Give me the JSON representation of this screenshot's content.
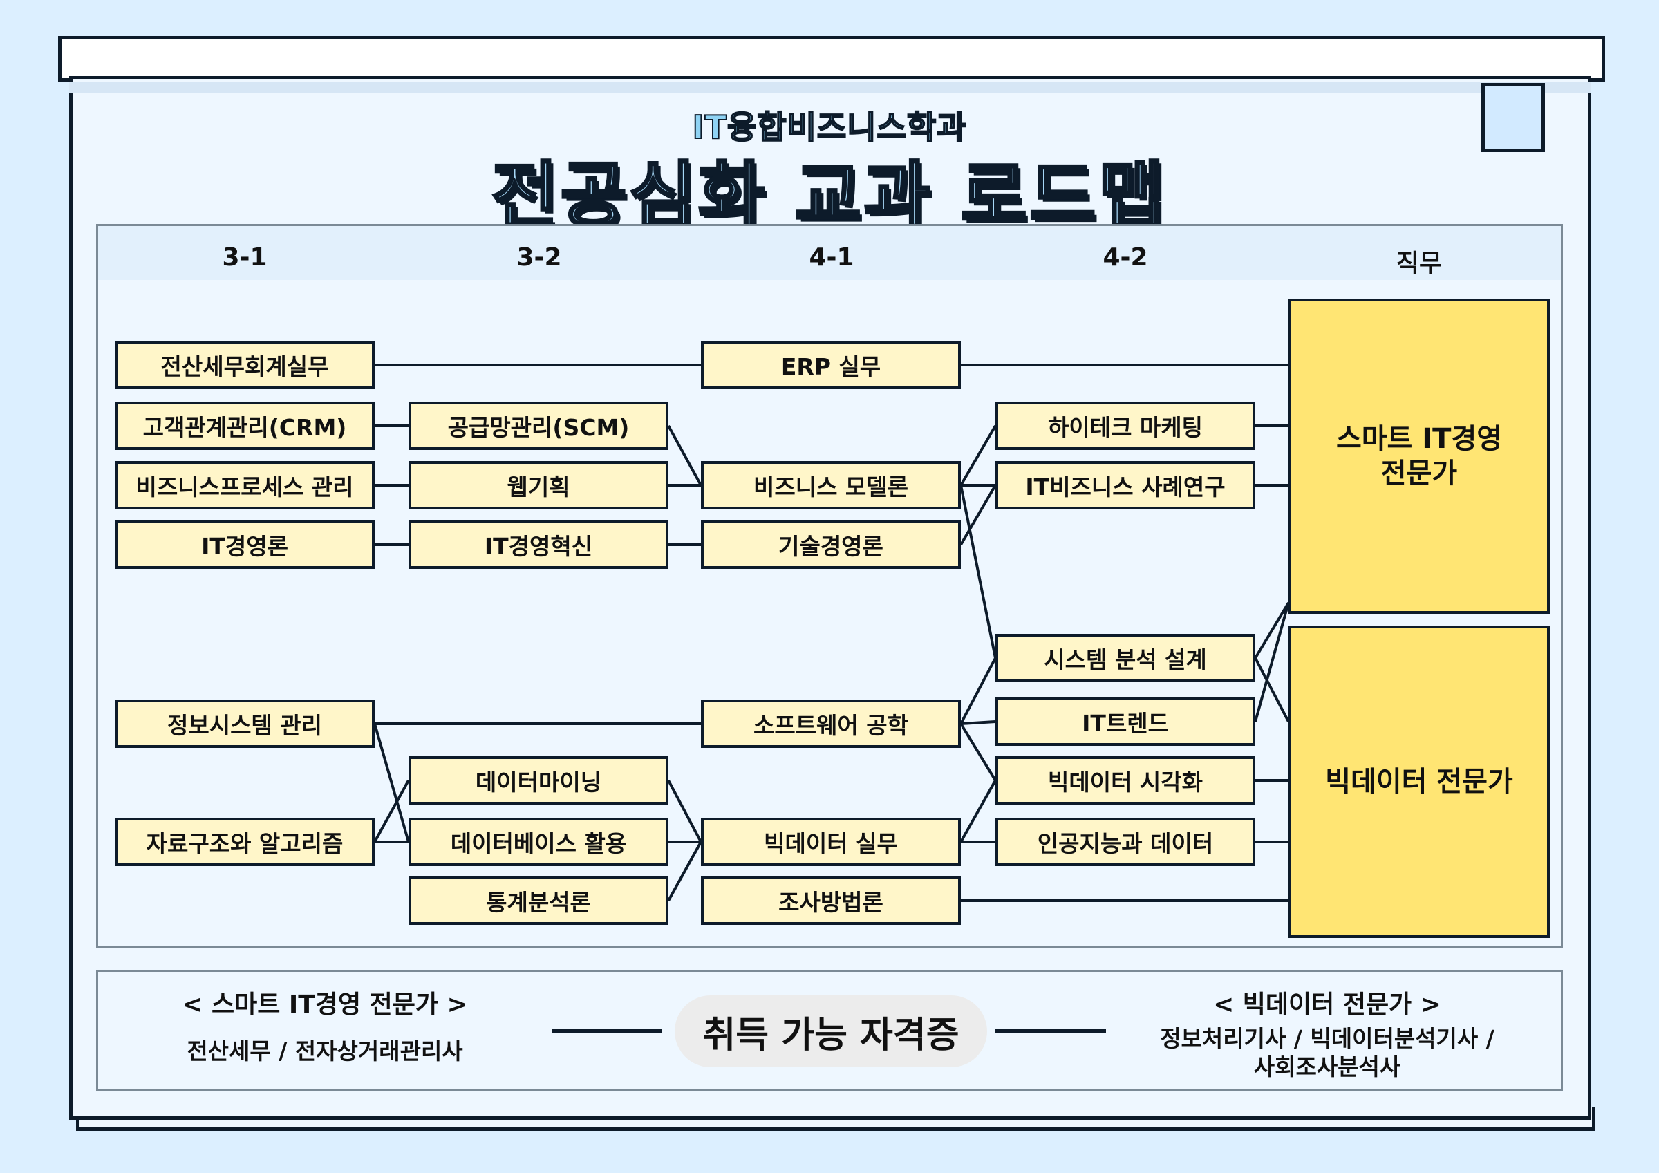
{
  "subtitle": "IT융합비즈니스학과",
  "title": "전공심화 교과 로드맵",
  "columns": [
    "3-1",
    "3-2",
    "4-1",
    "4-2",
    "직무"
  ],
  "courses": {
    "c31_1": "전산세무회계실무",
    "c31_2": "고객관계관리(CRM)",
    "c31_3": "비즈니스프로세스 관리",
    "c31_4": "IT경영론",
    "c31_5": "정보시스템 관리",
    "c31_6": "자료구조와 알고리즘",
    "c32_1": "공급망관리(SCM)",
    "c32_2": "웹기획",
    "c32_3": "IT경영혁신",
    "c32_4": "데이터마이닝",
    "c32_5": "데이터베이스 활용",
    "c32_6": "통계분석론",
    "c41_1": "ERP 실무",
    "c41_2": "비즈니스 모델론",
    "c41_3": "기술경영론",
    "c41_4": "소프트웨어 공학",
    "c41_5": "빅데이터 실무",
    "c41_6": "조사방법론",
    "c42_1": "하이테크 마케팅",
    "c42_2": "IT비즈니스 사례연구",
    "c42_3": "시스템 분석 설계",
    "c42_4": "IT트렌드",
    "c42_5": "빅데이터 시각화",
    "c42_6": "인공지능과 데이터"
  },
  "jobs": {
    "smart_line1": "스마트 IT경영",
    "smart_line2": "전문가",
    "bigdata": "빅데이터 전문가"
  },
  "certs": {
    "center_label": "취득 가능 자격증",
    "smart_title": "< 스마트 IT경영 전문가 >",
    "smart_list": "전산세무 / 전자상거래관리사",
    "bigdata_title": "< 빅데이터 전문가 >",
    "bigdata_line1": "정보처리기사 / 빅데이터분석기사 /",
    "bigdata_line2": "사회조사분석사"
  },
  "colors": {
    "course_fill": "#fff6c9",
    "job_fill": "#ffe573",
    "outline": "#0d1b2a",
    "title_fill": "#a7d8f7",
    "background": "#dcefff"
  }
}
